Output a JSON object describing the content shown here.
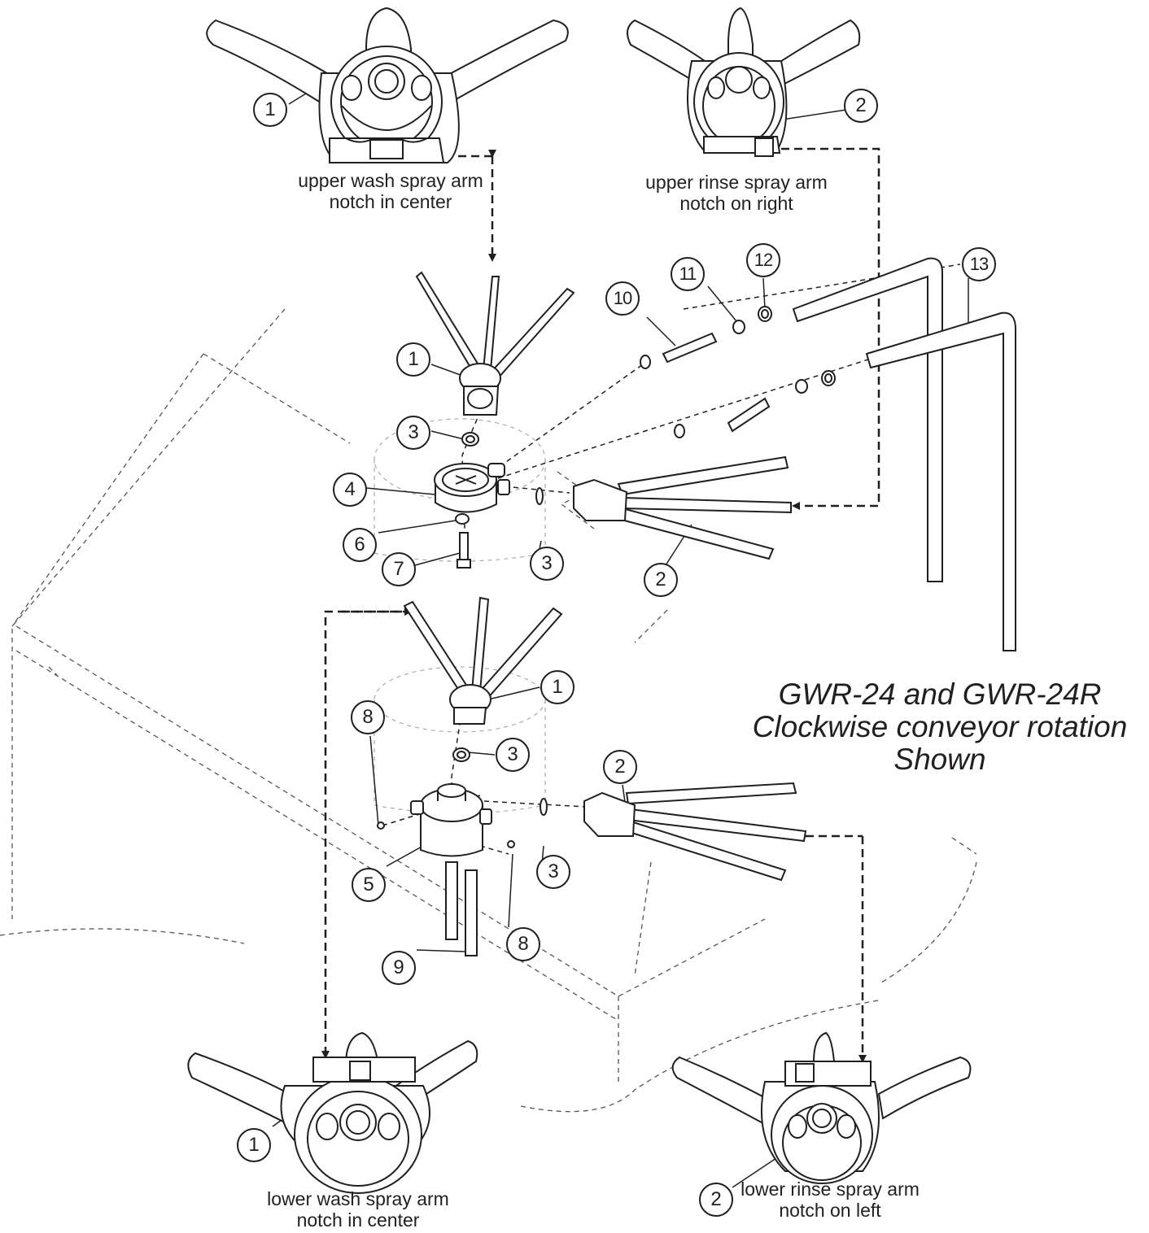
{
  "title": [
    "GWR-24 and GWR-24R",
    "Clockwise conveyor rotation",
    "Shown"
  ],
  "labels": {
    "upper_wash": [
      "upper wash spray arm",
      "notch in center"
    ],
    "upper_rinse": [
      "upper rinse spray arm",
      "notch on right"
    ],
    "lower_wash": [
      "lower wash spray arm",
      "notch in center"
    ],
    "lower_rinse": [
      "lower rinse spray arm",
      "notch on left"
    ]
  },
  "callouts": {
    "c1_top": "1",
    "c2_top": "2",
    "c1_mid": "1",
    "c3_mid": "3",
    "c4": "4",
    "c6": "6",
    "c7": "7",
    "c3_mid_r": "3",
    "c2_mid": "2",
    "c10": "10",
    "c11": "11",
    "c12": "12",
    "c13": "13",
    "c1_low": "1",
    "c3_low": "3",
    "c8_left": "8",
    "c2_low": "2",
    "c5": "5",
    "c3_low_r": "3",
    "c8_right": "8",
    "c9": "9",
    "c1_bottom": "1",
    "c2_bottom": "2"
  }
}
